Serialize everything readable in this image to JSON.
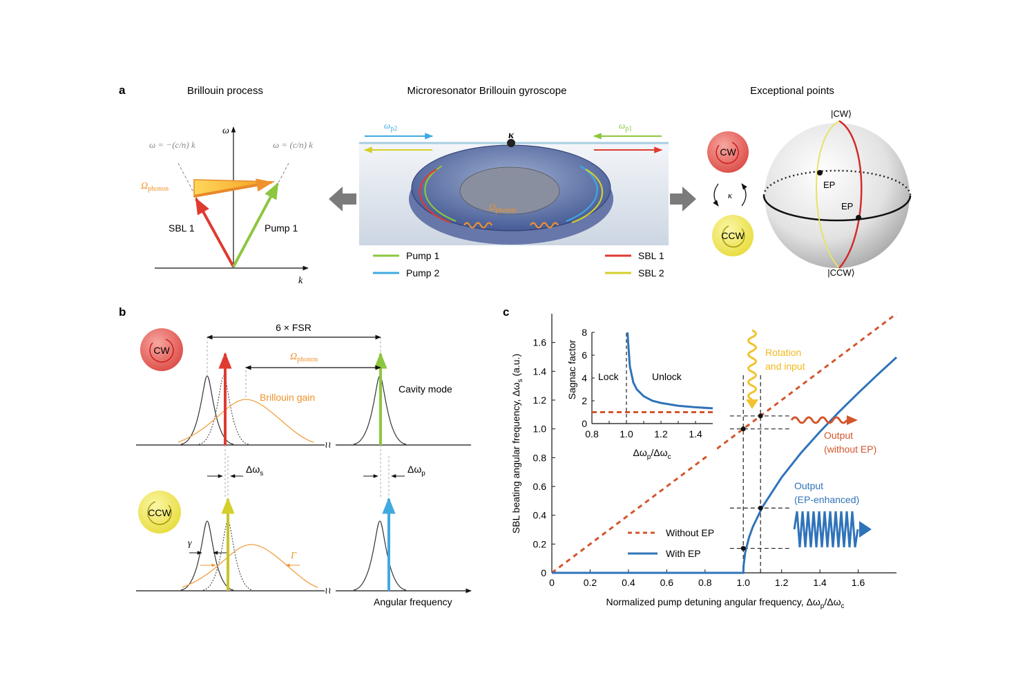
{
  "panel_a": {
    "letter": "a",
    "title_left": "Brillouin process",
    "title_mid": "Microresonator Brillouin gyroscope",
    "title_right": "Exceptional points",
    "left": {
      "omega_axis": "ω",
      "k_axis": "k",
      "dispersion_left": "ω = −(c/n) k",
      "dispersion_right": "ω = (c/n) k",
      "omega_phonon": "Ω",
      "phonon_sub": "phonon",
      "sbl1": "SBL 1",
      "pump1": "Pump 1"
    },
    "mid": {
      "omega_p2": "ω",
      "p2_sub": "p2",
      "omega_p1": "ω",
      "p1_sub": "p1",
      "kappa": "κ",
      "omega_phonon": "Ω",
      "phonon_sub": "phonon",
      "legend": [
        {
          "label": "Pump 1",
          "color": "#8dc63f"
        },
        {
          "label": "Pump 2",
          "color": "#3fa9e0"
        },
        {
          "label": "SBL 1",
          "color": "#e03a30"
        },
        {
          "label": "SBL 2",
          "color": "#d4cf2a"
        }
      ]
    },
    "right": {
      "cw": "CW",
      "ccw": "CCW",
      "kappa": "κ",
      "ket_cw": "|CW⟩",
      "ket_ccw": "|CCW⟩",
      "ep1": "EP",
      "ep2": "EP"
    }
  },
  "panel_b": {
    "letter": "b",
    "fsr": "6 × FSR",
    "omega_phonon": "Ω",
    "phonon_sub": "phonon",
    "brillouin_gain": "Brillouin gain",
    "cavity_mode": "Cavity mode",
    "delta_ws": "Δω",
    "ws_sub": "s",
    "delta_wp": "Δω",
    "wp_sub": "p",
    "gamma": "γ",
    "Gamma": "Γ",
    "angular_frequency": "Angular frequency",
    "cw": "CW",
    "ccw": "CCW"
  },
  "panel_c": {
    "letter": "c",
    "rotation_input": [
      "Rotation",
      "and input"
    ],
    "output_without": [
      "Output",
      "(without EP)"
    ],
    "output_with": [
      "Output",
      "(EP-enhanced)"
    ],
    "legend": [
      {
        "label": "Without EP",
        "color": "#d3552b"
      },
      {
        "label": "With EP",
        "color": "#2f73b9"
      }
    ]
  },
  "chart_data": [
    {
      "type": "line",
      "xlabel": "Normalized pump detuning angular frequency, Δωp/Δωc",
      "ylabel": "SBL beating angular frequency, Δωs (a.u.)",
      "xlim": [
        0,
        1.8
      ],
      "ylim": [
        0,
        1.8
      ],
      "x_ticks": [
        "0",
        "0.2",
        "0.4",
        "0.6",
        "0.8",
        "1.0",
        "1.2",
        "1.4",
        "1.6"
      ],
      "y_ticks": [
        "0",
        "0.2",
        "0.4",
        "0.6",
        "0.8",
        "1.0",
        "1.2",
        "1.4",
        "1.6"
      ],
      "series": [
        {
          "name": "Without EP",
          "x": [
            0,
            1.8
          ],
          "y": [
            0,
            1.8
          ]
        },
        {
          "name": "With EP",
          "x": [
            0,
            1.0,
            1.001,
            1.01,
            1.03,
            1.05,
            1.1,
            1.2,
            1.3,
            1.4,
            1.5,
            1.6,
            1.7,
            1.8
          ],
          "y": [
            0,
            0,
            0.045,
            0.142,
            0.246,
            0.32,
            0.458,
            0.663,
            0.831,
            0.98,
            1.118,
            1.249,
            1.375,
            1.497
          ]
        }
      ],
      "annotation_points": [
        {
          "x": 1.0,
          "y": 1.0
        },
        {
          "x": 1.09,
          "y": 1.09
        },
        {
          "x": 1.0,
          "y": 0.17
        },
        {
          "x": 1.09,
          "y": 0.45
        }
      ]
    },
    {
      "type": "line",
      "xlabel": "Δωp/Δωc",
      "ylabel": "Sagnac factor",
      "xlim": [
        0.8,
        1.5
      ],
      "ylim": [
        0,
        8
      ],
      "x_ticks": [
        "0.8",
        "0.9",
        "1.0",
        "1.1",
        "1.2",
        "1.3",
        "1.4"
      ],
      "y_ticks": [
        "0",
        "2",
        "4",
        "6",
        "8"
      ],
      "regions": [
        "Lock",
        "Unlock"
      ],
      "series": [
        {
          "x": [
            1.006,
            1.01,
            1.02,
            1.04,
            1.06,
            1.1,
            1.15,
            1.2,
            1.3,
            1.4,
            1.5
          ],
          "y": [
            8.0,
            7.1,
            5.0,
            3.6,
            3.0,
            2.4,
            2.0,
            1.81,
            1.56,
            1.43,
            1.34
          ]
        },
        {
          "x": [
            0.8,
            1.5
          ],
          "y": [
            1,
            1
          ]
        }
      ]
    }
  ]
}
